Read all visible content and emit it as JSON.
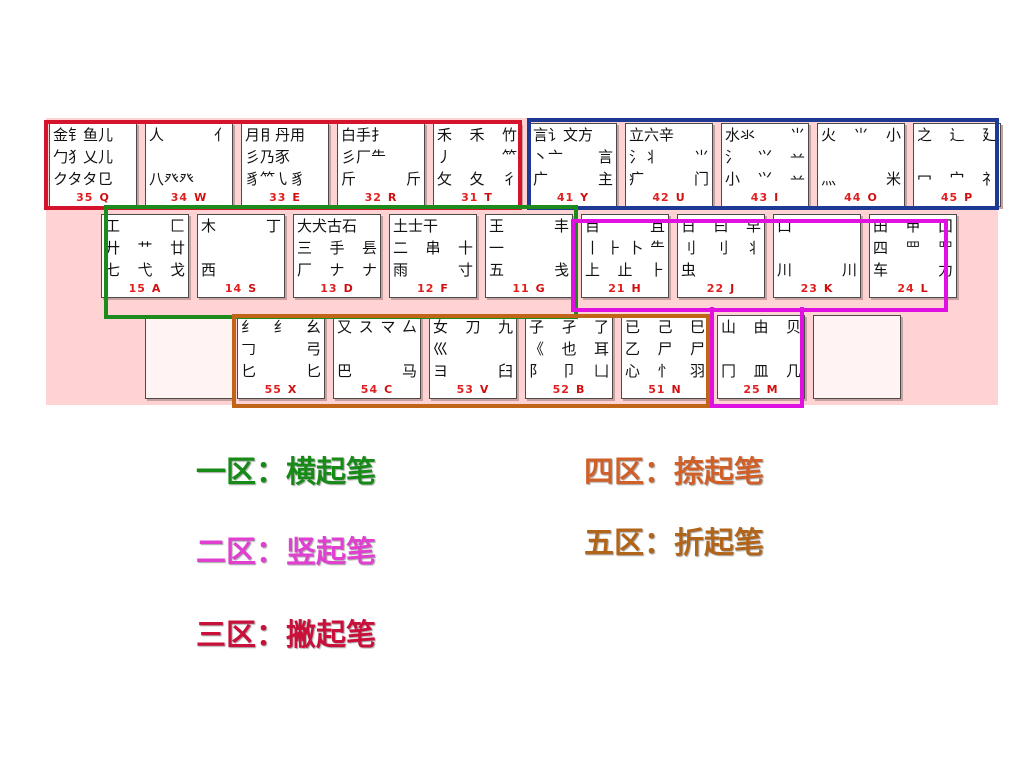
{
  "keys": [
    {
      "id": "q",
      "rows": [
        "金钅鱼儿",
        "勹犭乂儿",
        "クタタ㔾"
      ],
      "code": "35",
      "letter": "Q"
    },
    {
      "id": "w",
      "rows": [
        "人　亻",
        "",
        "八癶癶"
      ],
      "code": "34",
      "letter": "W"
    },
    {
      "id": "e",
      "rows": [
        "月⺝丹用",
        "彡乃豕",
        "豸⺮㇂豸"
      ],
      "code": "33",
      "letter": "E"
    },
    {
      "id": "r",
      "rows": [
        "白手扌",
        "彡厂⺧",
        "斤　斤"
      ],
      "code": "32",
      "letter": "R"
    },
    {
      "id": "t",
      "rows": [
        "禾 禾 竹",
        "丿　⺮",
        "攵 夂 彳"
      ],
      "code": "31",
      "letter": "T"
    },
    {
      "id": "y",
      "rows": [
        "言讠文方",
        "丶亠 言",
        "广　主"
      ],
      "code": "41",
      "letter": "Y"
    },
    {
      "id": "u",
      "rows": [
        "立六辛",
        "氵丬 ⺌",
        "疒　门"
      ],
      "code": "42",
      "letter": "U"
    },
    {
      "id": "i",
      "rows": [
        "水氺 ⺌",
        "氵 ⺍ 䒑",
        "小 ⺍ 䒑"
      ],
      "code": "43",
      "letter": "I"
    },
    {
      "id": "o",
      "rows": [
        "火 ⺌ 小",
        "",
        "灬　米"
      ],
      "code": "44",
      "letter": "O"
    },
    {
      "id": "p",
      "rows": [
        "之 辶 廴",
        "",
        "冖 宀 礻"
      ],
      "code": "45",
      "letter": "P"
    },
    {
      "id": "a",
      "rows": [
        "工　匚",
        "廾 艹 廿",
        "七 弋 戈"
      ],
      "code": "15",
      "letter": "A"
    },
    {
      "id": "s",
      "rows": [
        "木　丁",
        "",
        "西"
      ],
      "code": "14",
      "letter": "S"
    },
    {
      "id": "d",
      "rows": [
        "大犬古石",
        "三 手 镸",
        "厂 ナ ナ"
      ],
      "code": "13",
      "letter": "D"
    },
    {
      "id": "f",
      "rows": [
        "土士干",
        "二 串 十",
        "雨　寸"
      ],
      "code": "12",
      "letter": "F"
    },
    {
      "id": "g",
      "rows": [
        "王　丰",
        "一",
        "五　戋"
      ],
      "code": "11",
      "letter": "G"
    },
    {
      "id": "h",
      "rows": [
        "目　且",
        "丨 ⺊ 卜 ⺧",
        "上 止 ⺊"
      ],
      "code": "21",
      "letter": "H"
    },
    {
      "id": "j",
      "rows": [
        "日 曰 早",
        "刂 刂 ⺦",
        "　虫"
      ],
      "code": "22",
      "letter": "J"
    },
    {
      "id": "k",
      "rows": [
        "口",
        "",
        "川　川"
      ],
      "code": "23",
      "letter": "K"
    },
    {
      "id": "l",
      "rows": [
        "田 甲 囗",
        "四 罒 罒",
        "车　力"
      ],
      "code": "24",
      "letter": "L"
    },
    {
      "id": "x",
      "rows": [
        "纟 纟 幺",
        "𠃌　弓",
        "匕　匕"
      ],
      "code": "55",
      "letter": "X"
    },
    {
      "id": "c",
      "rows": [
        "又 ス マ 厶",
        "",
        "巴　马"
      ],
      "code": "54",
      "letter": "C"
    },
    {
      "id": "v",
      "rows": [
        "女 刀 九",
        "巛",
        "ヨ　臼"
      ],
      "code": "53",
      "letter": "V"
    },
    {
      "id": "b",
      "rows": [
        "子 孑 了",
        "《 也 耳",
        "阝 卩 凵"
      ],
      "code": "52",
      "letter": "B"
    },
    {
      "id": "n",
      "rows": [
        "已 己 巳",
        "乙 尸 尸",
        "心 忄 羽"
      ],
      "code": "51",
      "letter": "N"
    },
    {
      "id": "m",
      "rows": [
        "山 由 贝",
        "",
        "冂 皿 几"
      ],
      "code": "25",
      "letter": "M"
    }
  ],
  "legend": {
    "zone1": "一区：横起笔",
    "zone2": "二区：竖起笔",
    "zone3": "三区：撇起笔",
    "zone4": "四区：捺起笔",
    "zone5": "五区：折起笔"
  },
  "colors": {
    "zone1": "#188a18",
    "zone2": "#e040d0",
    "zone3": "#c8103a",
    "zone4": "#d0602a",
    "zone5": "#b0651a",
    "border_red": "#d4142c",
    "border_blue": "#1c3a94",
    "border_green": "#1c8a1c",
    "border_magenta": "#e010e0",
    "border_orange": "#c06418"
  }
}
